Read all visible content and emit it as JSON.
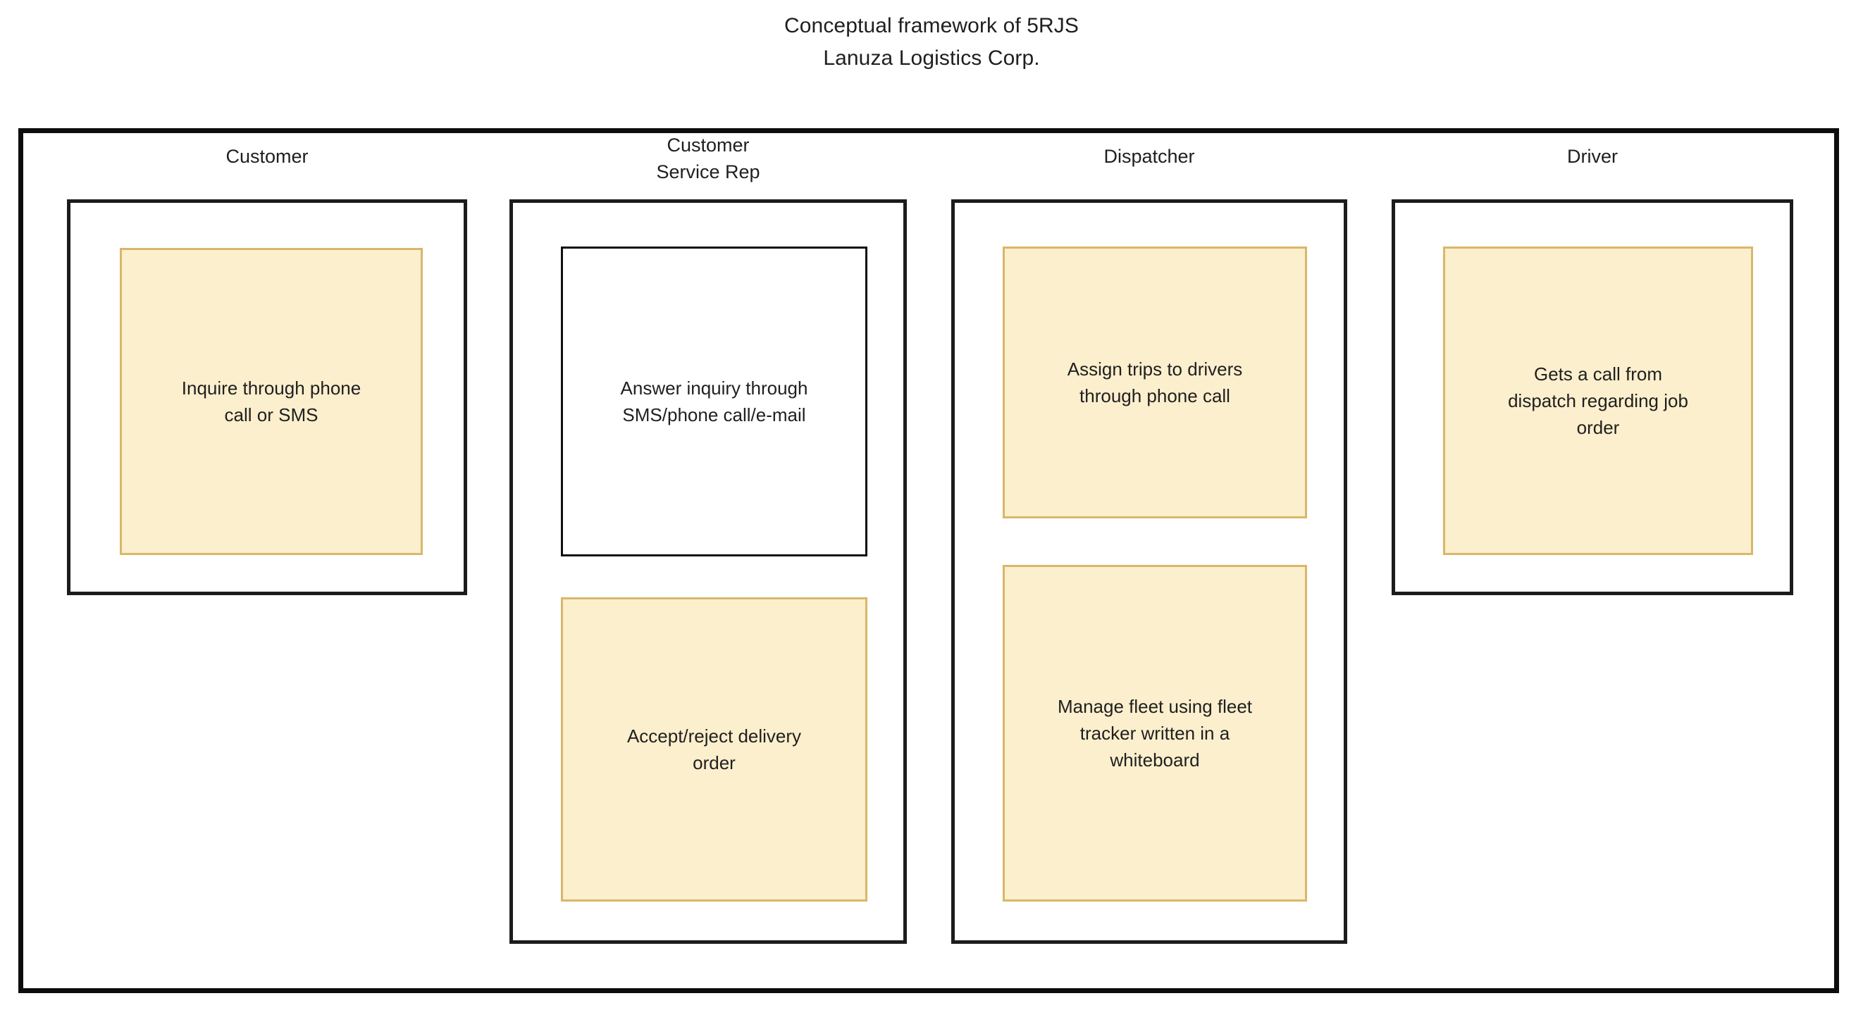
{
  "title": {
    "line1": "Conceptual framework of 5RJS",
    "line2": "Lanuza Logistics Corp."
  },
  "diagram": {
    "type": "swimlane",
    "accent_yellow_fill": "#fcefcd",
    "accent_yellow_border": "#d9b769",
    "frame_border": "#0d0d0d",
    "lane_border": "#1c1c1c",
    "lanes": [
      {
        "id": "customer",
        "header": "Customer",
        "tasks": [
          {
            "id": "customer-inquire",
            "style": "yellow",
            "text": "Inquire through phone\ncall or SMS"
          }
        ]
      },
      {
        "id": "customer-service-rep",
        "header": "Customer\nService Rep",
        "tasks": [
          {
            "id": "csr-answer-inquiry",
            "style": "white",
            "text": "Answer inquiry through\nSMS/phone call/e-mail"
          },
          {
            "id": "csr-accept-reject",
            "style": "yellow",
            "text": "Accept/reject delivery\norder"
          }
        ]
      },
      {
        "id": "dispatcher",
        "header": "Dispatcher",
        "tasks": [
          {
            "id": "dispatcher-assign-trips",
            "style": "yellow",
            "text": "Assign trips to drivers\nthrough phone call"
          },
          {
            "id": "dispatcher-manage-fleet",
            "style": "yellow",
            "text": "Manage fleet using fleet\ntracker written in a\nwhiteboard"
          }
        ]
      },
      {
        "id": "driver",
        "header": "Driver",
        "tasks": [
          {
            "id": "driver-gets-call",
            "style": "yellow",
            "text": "Gets a call from\ndispatch regarding job\norder"
          }
        ]
      }
    ]
  }
}
